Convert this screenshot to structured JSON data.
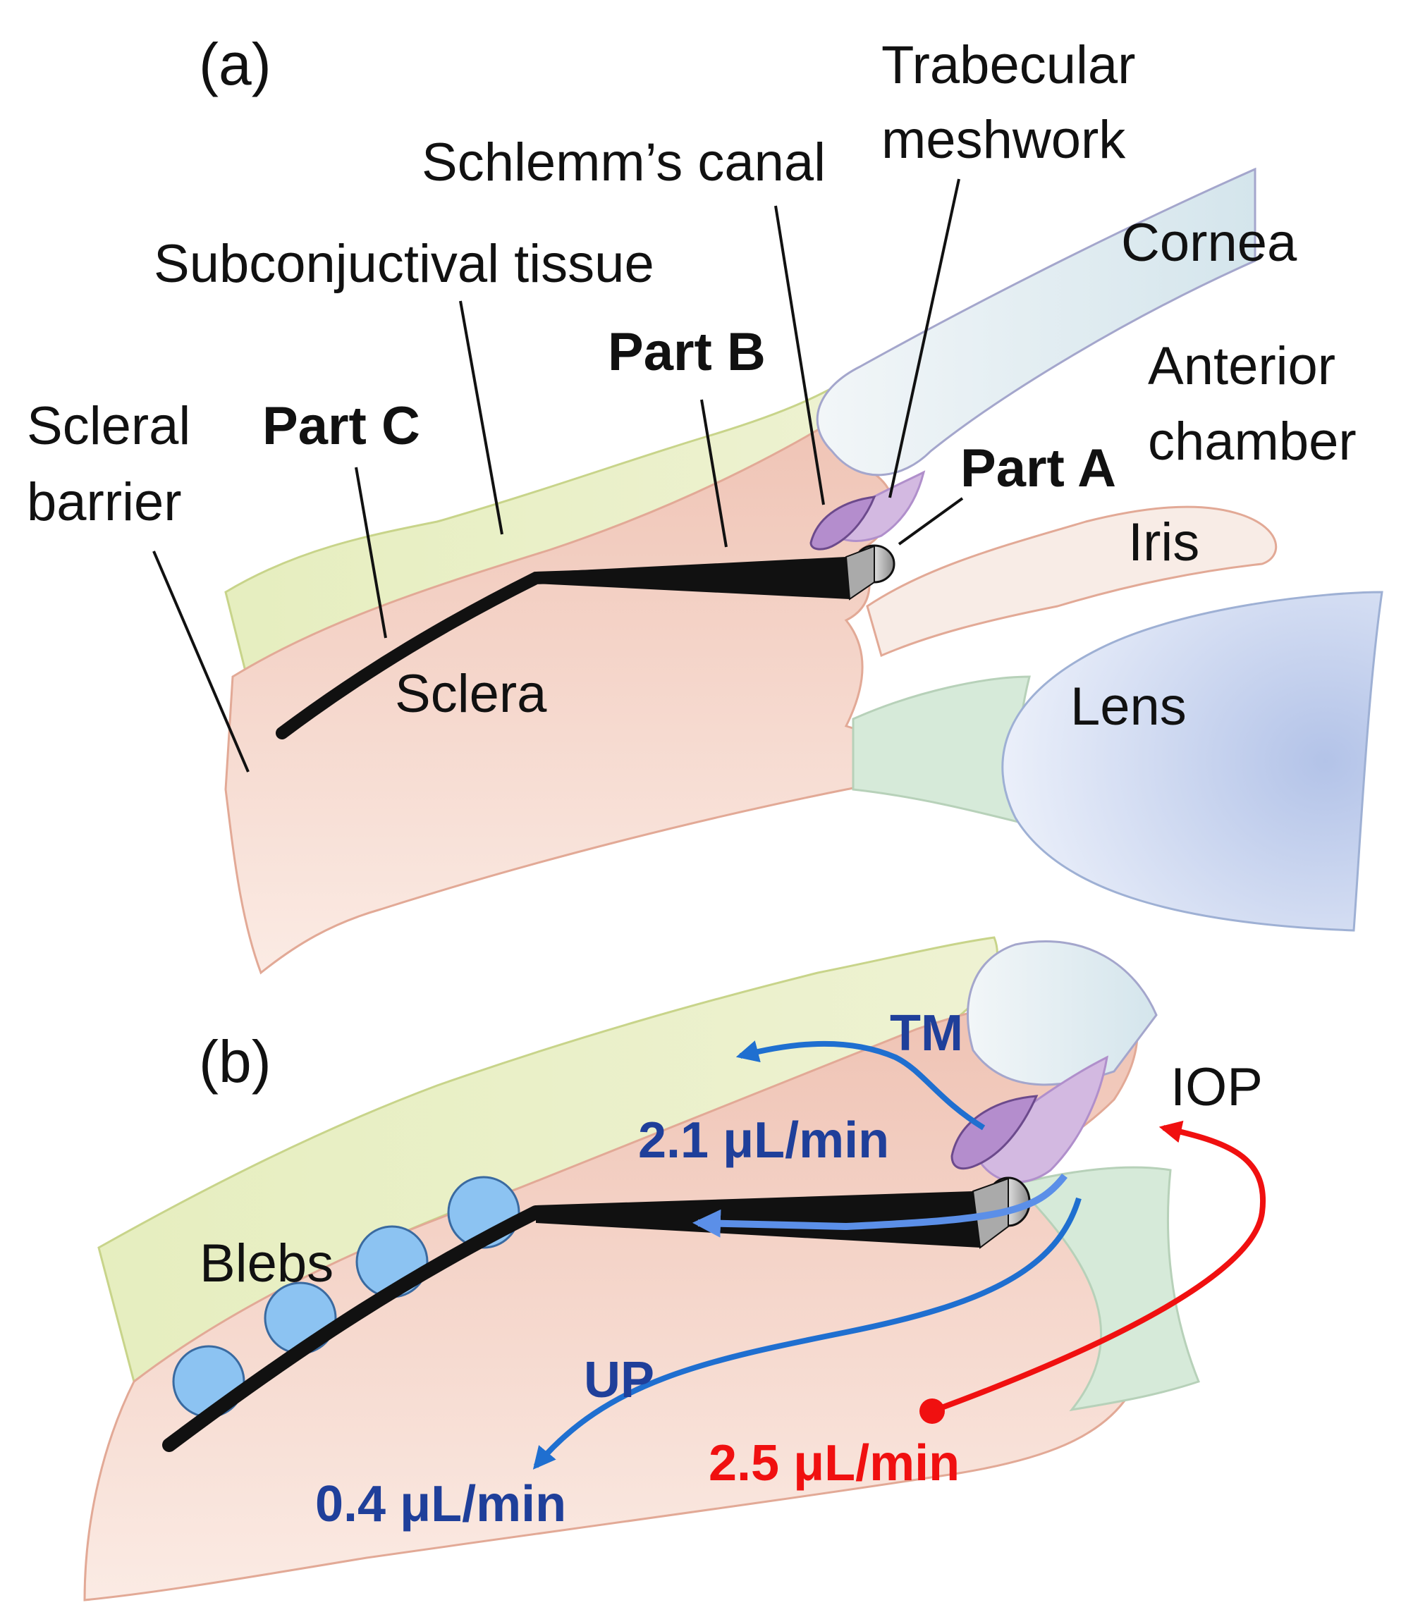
{
  "panel_a": {
    "panel_label": "(a)",
    "labels": {
      "trabecular_line1": "Trabecular",
      "trabecular_line2": "meshwork",
      "schlemm": "Schlemm’s canal",
      "cornea": "Cornea",
      "subconj": "Subconjuctival tissue",
      "part_b": "Part B",
      "anterior_line1": "Anterior",
      "anterior_line2": "chamber",
      "scleral_line1": "Scleral",
      "scleral_line2": "barrier",
      "part_c": "Part C",
      "part_a": "Part A",
      "iris": "Iris",
      "sclera": "Sclera",
      "lens": "Lens"
    }
  },
  "panel_b": {
    "panel_label": "(b)",
    "labels": {
      "tm": "TM",
      "tm_rate": "2.1 μL/min",
      "iop": "IOP",
      "blebs": "Blebs",
      "up": "UP",
      "up_rate": "0.4 μL/min",
      "iop_rate": "2.5 μL/min"
    }
  },
  "colors": {
    "sclera": "#f2c9bc",
    "subconjunctival": "#e3ebb6",
    "cornea": "#dbe9ee",
    "lens": "#c7d3ee",
    "trabecular": "#c9aad8",
    "schlemm": "#a47bc0",
    "iris": "#f7e7e0",
    "tube": "#111111",
    "bleb": "#8cc3f2",
    "flow_blue": "#1f6fd0",
    "flow_text_blue": "#1f3f9a",
    "flow_red": "#f01010"
  }
}
